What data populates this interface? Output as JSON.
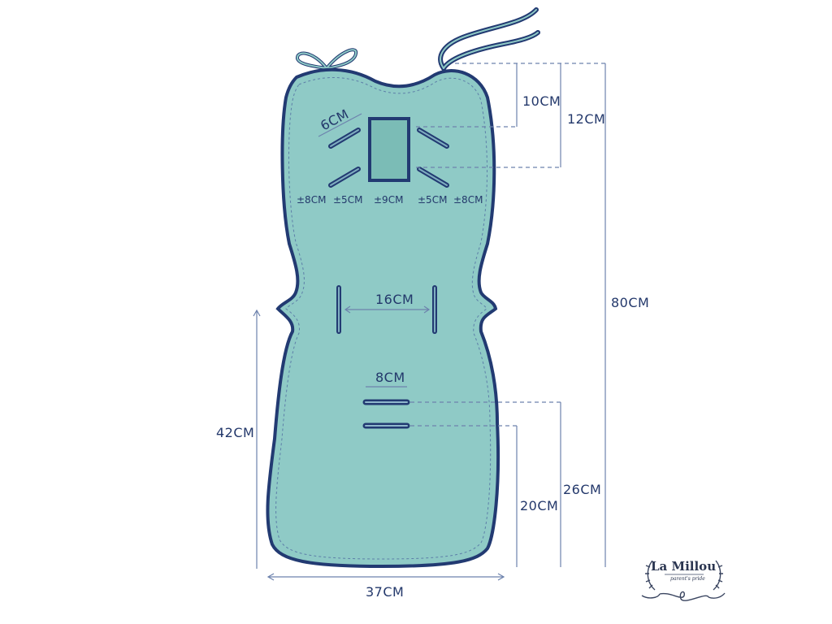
{
  "labels": {
    "headrest_slot_width": "6CM",
    "top_to_upper_slot": "10CM",
    "top_to_lower_slot": "12CM",
    "total_height": "80CM",
    "spacing_left_outer": "±8CM",
    "spacing_left_inner": "±5CM",
    "spacing_center": "±9CM",
    "spacing_right_inner": "±5CM",
    "spacing_right_outer": "±8CM",
    "waist_slot_distance": "16CM",
    "crotch_slot_width": "8CM",
    "bottom_height": "42CM",
    "bottom_to_upper_crotch_slot": "26CM",
    "bottom_to_lower_crotch_slot": "20CM",
    "total_width": "37CM"
  },
  "logo": {
    "name": "La Millou",
    "tagline": "parent's pride"
  },
  "colors": {
    "fabric": "#8fcac6",
    "outline": "#223a72",
    "dim_line": "#6d82ad",
    "text": "#23386b"
  }
}
